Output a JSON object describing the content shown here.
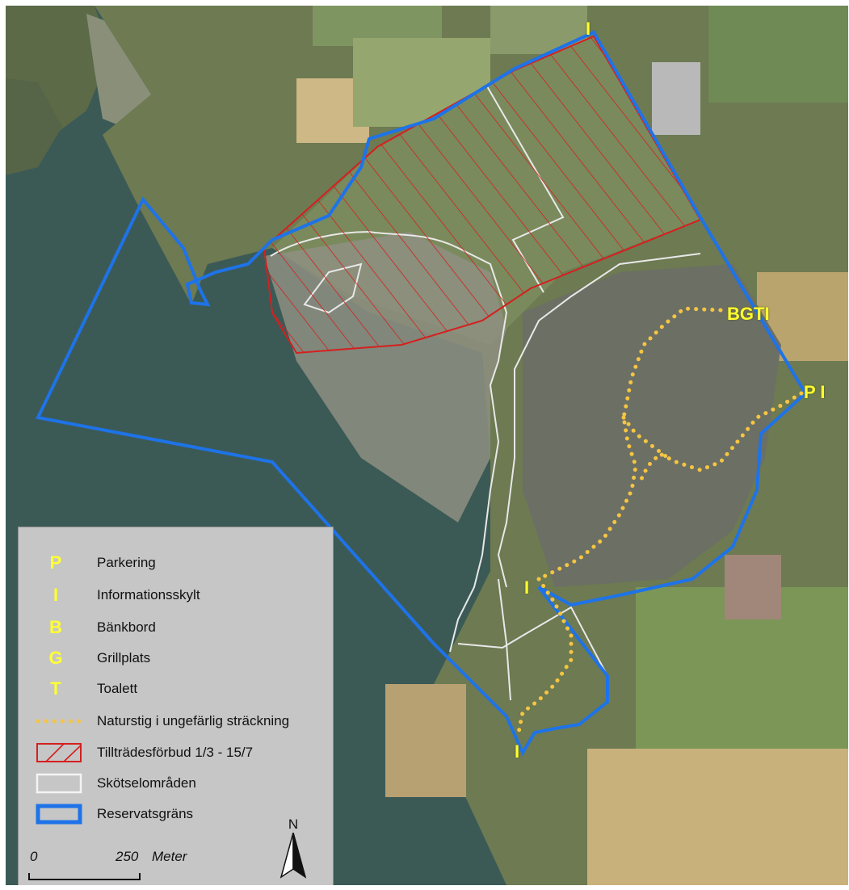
{
  "colors": {
    "reserve_boundary": "#1e73e8",
    "restricted_hatch": "#d42020",
    "management_area": "#e8e8e8",
    "nature_trail": "#f5c542",
    "marker_text": "#ffff33",
    "legend_bg": "#c6c6c6"
  },
  "markers": {
    "top_info": "I",
    "bgti": "BGTI",
    "pi": "P I",
    "middle_info": "I",
    "bottom_info": "I"
  },
  "legend": {
    "items": [
      {
        "symbol": "P",
        "label": "Parkering"
      },
      {
        "symbol": "I",
        "label": "Informationsskylt"
      },
      {
        "symbol": "B",
        "label": "Bänkbord"
      },
      {
        "symbol": "G",
        "label": "Grillplats"
      },
      {
        "symbol": "T",
        "label": "Toalett"
      },
      {
        "symbol": "trail-dotted-line-icon",
        "label": "Naturstig i ungefärlig sträckning"
      },
      {
        "symbol": "hatched-red-box-icon",
        "label": "Tillträdesförbud 1/3  -  15/7"
      },
      {
        "symbol": "white-outline-box-icon",
        "label": "Skötselområden"
      },
      {
        "symbol": "blue-outline-box-icon",
        "label": "Reservatsgräns"
      }
    ],
    "scale_start": "0",
    "scale_end": "250",
    "scale_unit": "Meter",
    "north": "N"
  }
}
